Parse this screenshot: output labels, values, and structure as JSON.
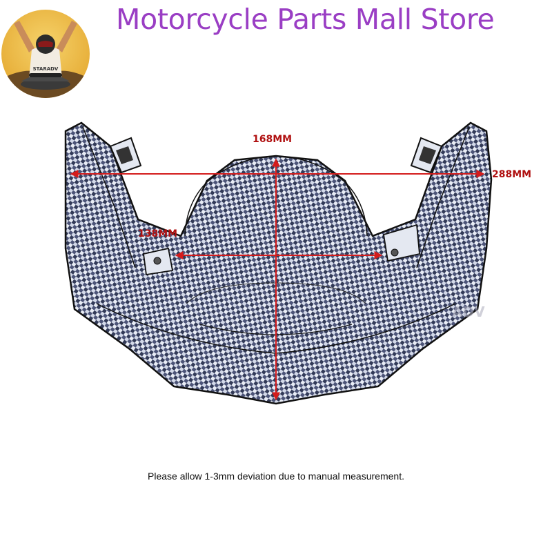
{
  "header": {
    "store_name": "Motorcycle Parts Mall Store",
    "logo_text": "STARADV"
  },
  "dimensions": {
    "height": "168MM",
    "width": "288MM",
    "inner_width": "138MM"
  },
  "watermark": "ADV",
  "note": "Please allow 1-3mm deviation due to manual measurement.",
  "colors": {
    "title": "#9a3ec4",
    "dimension_arrow": "#d41c1c",
    "dimension_text": "#b01010"
  }
}
